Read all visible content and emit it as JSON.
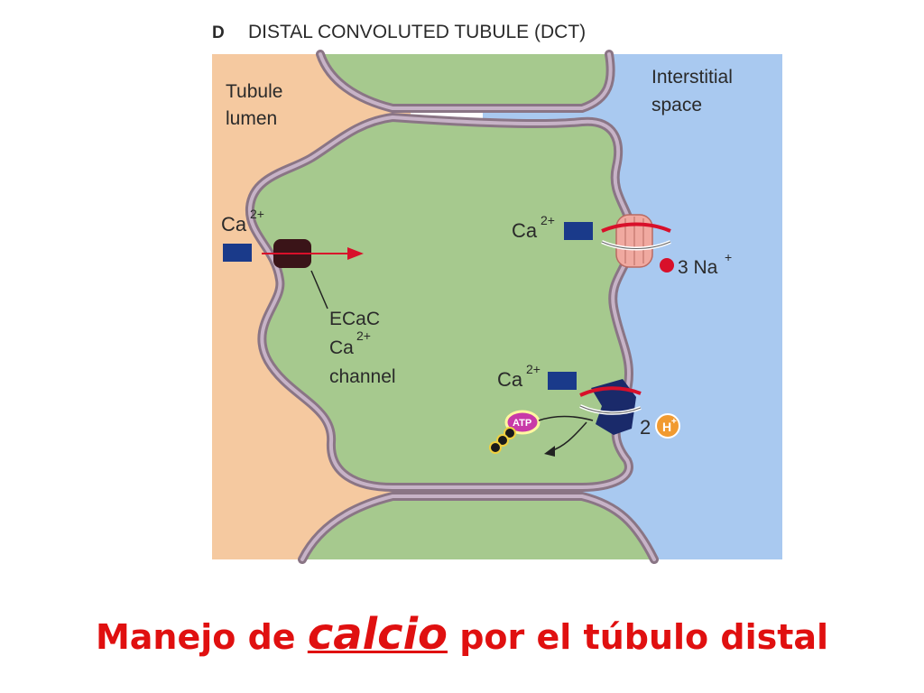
{
  "figure": {
    "panel_letter": "D",
    "title": "DISTAL CONVOLUTED TUBULE (DCT)",
    "lumen_label": [
      "Tubule",
      "lumen"
    ],
    "interstitial_label": [
      "Interstitial",
      "space"
    ],
    "ion_ca": "Ca",
    "ion_ca_charge": "2+",
    "ecac_label": [
      "ECaC",
      "Ca",
      "channel"
    ],
    "ecac_charge": "2+",
    "na_label": "3 Na",
    "na_charge": "+",
    "h_count": "2",
    "h_label": "H",
    "h_charge": "+",
    "atp_label": "ATP",
    "colors": {
      "lumen": "#f5c9a0",
      "cell": "#a6c98e",
      "interstitial": "#a9c9f0",
      "membrane": "#8a7585",
      "membrane_core": "#c7b3c7",
      "ca_block": "#1a3a8a",
      "arrow": "#d8102a",
      "caption": "#e01010"
    }
  },
  "caption": {
    "part1": "Manejo de ",
    "part2": "calcio",
    "part3": " por el túbulo distal"
  }
}
